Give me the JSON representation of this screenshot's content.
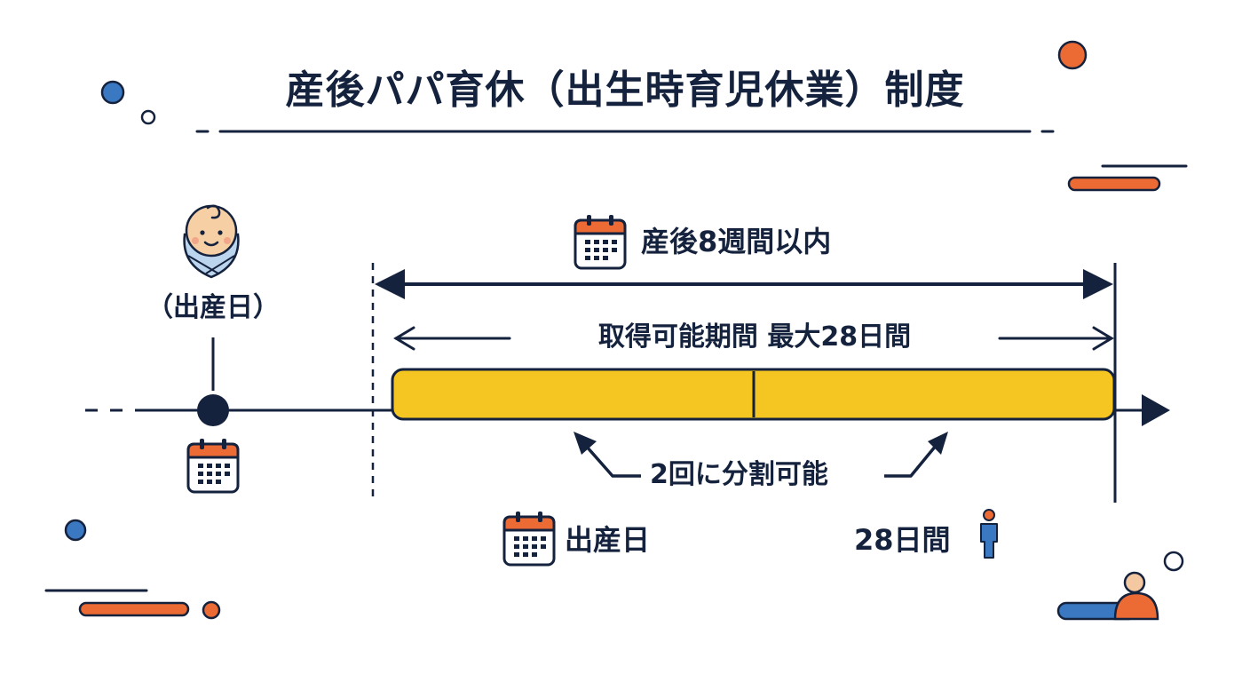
{
  "title": "産後パパ育休（出生時育児休業）制度",
  "range_label": "産後8週間以内",
  "period_label": "取得可能期間 最大28日間",
  "birth_date_paren": "（出産日）",
  "split_label": "2回に分割可能",
  "birth_date": "出産日",
  "days_28": "28日間",
  "icons": [
    "baby-icon",
    "calendar-icon",
    "person-icon"
  ],
  "colors": {
    "navy": "#14223d",
    "period_bar": "#f5c621",
    "orange_accent": "#ec6b35",
    "blue_accent": "#3b78c2"
  }
}
